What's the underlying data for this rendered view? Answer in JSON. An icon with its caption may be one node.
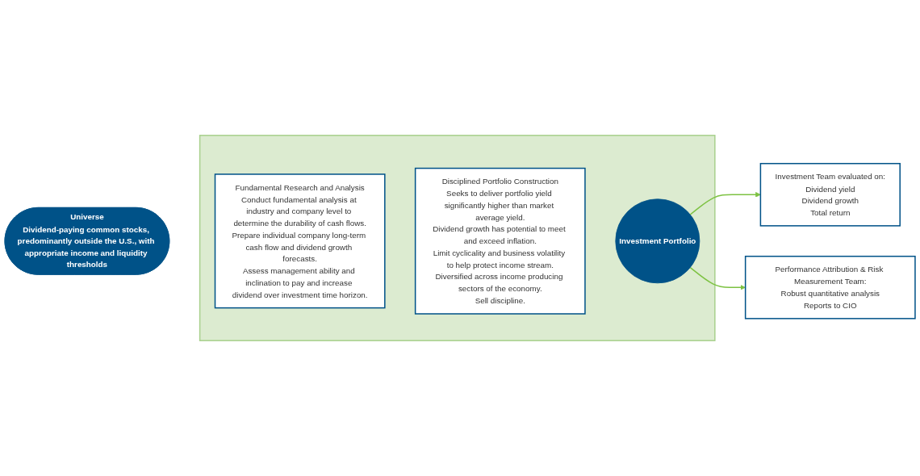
{
  "diagram": {
    "nodes": [
      {
        "text": [
          "Universe",
          "Dividend-paying common stocks, predominantly outside the U.S., with appropriate income and liquidity thresholds"
        ]
      },
      {
        "text": [],
        "shape": "arrow"
      },
      {
        "text": [
          "Fundamental Research and Analysis",
          "Conduct fundamental analysis at industry and company level to determine the durability of cash flows.",
          "Prepare individual company long-term cash flow and dividend growth forecasts.",
          "Assess management ability and inclination to pay and increase dividend over investment time horizon."
        ],
        "in": 1
      },
      {
        "text": [
          "Disciplined Portfolio Construction",
          "Seeks to deliver portfolio yield significantly higher than market average yield.",
          "Dividend growth has potential to meet and exceed inflation.",
          "Limit cyclicality and business volatility to help protect income stream.",
          "Diversified across income producing sectors of the economy.",
          "Sell discipline."
        ],
        "in": 1
      },
      {
        "text": [
          "Investment Portfolio"
        ],
        "in": 1
      },
      {
        "text": [
          "Investment Team evaluated on:",
          "Dividend yield",
          "Dividend growth",
          "Total return"
        ]
      },
      {
        "text": [
          "Performance Attribution & Risk Measurement Team:",
          "Robust quantitative analysis",
          "Reports to CIO"
        ]
      }
    ],
    "edges": [
      {
        "from": 4,
        "to": 5,
        "arrow": "to",
        "color": "#7dc242"
      },
      {
        "from": 4,
        "to": 6,
        "arrow": "to",
        "color": "#7dc242"
      }
    ]
  }
}
